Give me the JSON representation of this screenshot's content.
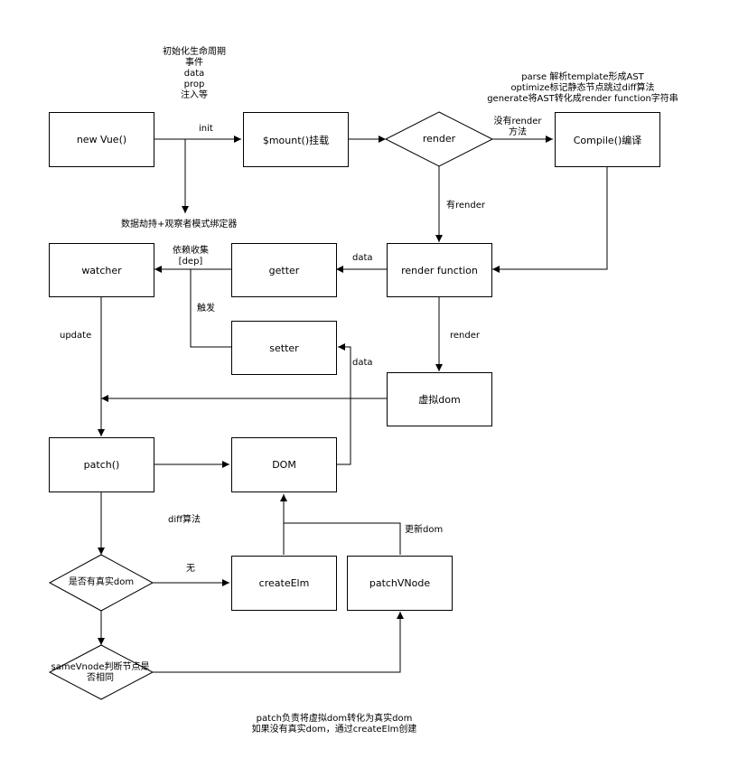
{
  "nodes": {
    "new_vue": "new Vue()",
    "mount": "$mount()挂载",
    "render_decision": "render",
    "compile": "Compile()编译",
    "watcher": "watcher",
    "getter": "getter",
    "render_function": "render function",
    "setter": "setter",
    "vdom": "虚拟dom",
    "patch": "patch()",
    "dom": "DOM",
    "real_dom_decision": "是否有真实dom",
    "create_elm": "createElm",
    "patch_vnode": "patchVNode",
    "same_vnode_decision": "sameVnode判断节点是否相同"
  },
  "labels": {
    "init_notes": [
      "初始化生命周期",
      "事件",
      "data",
      "prop",
      "注入等"
    ],
    "init": "init",
    "data_hijack": "数据劫持+观察者模式绑定器",
    "compile_notes": [
      "parse 解析template形成AST",
      "optimize标记静态节点跳过diff算法",
      "generate将AST转化成render function字符串"
    ],
    "no_render": [
      "没有render",
      "方法"
    ],
    "has_render": "有render",
    "dep_collect": [
      "依赖收集",
      "[dep]"
    ],
    "data1": "data",
    "trigger": "触发",
    "update": "update",
    "render": "render",
    "data2": "data",
    "diff": "diff算法",
    "none": "无",
    "update_dom": "更新dom",
    "footer": [
      "patch负责将虚拟dom转化为真实dom",
      "如果没有真实dom，通过createElm创建"
    ]
  }
}
